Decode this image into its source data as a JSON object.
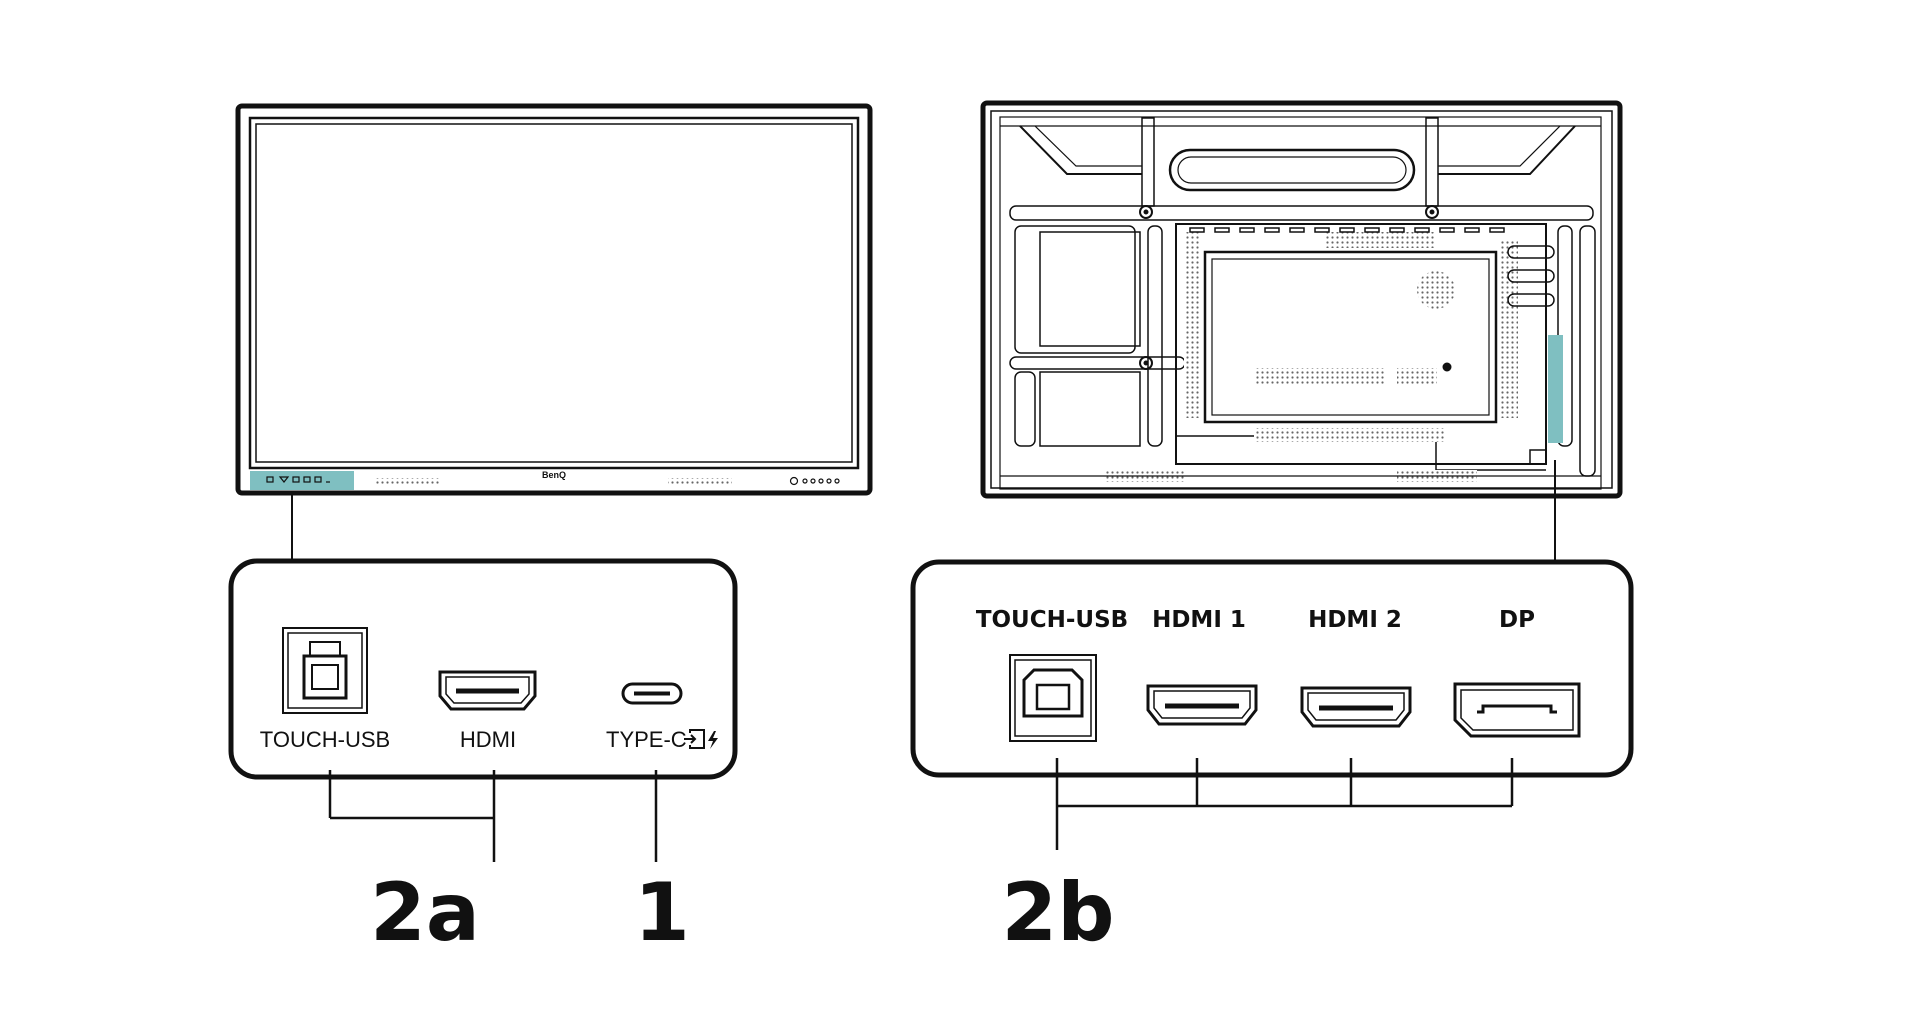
{
  "colors": {
    "highlight": "#7fbfc1",
    "stroke": "#111111",
    "background": "#ffffff"
  },
  "front_view": {
    "brand_logo": "BenQ",
    "panel": {
      "touch_usb_label": "TOUCH-USB",
      "hdmi_label": "HDMI",
      "typec_label": "TYPE-C",
      "typec_icons": [
        "input-source-icon",
        "charging-bolt-icon"
      ]
    },
    "callouts": {
      "left": "2a",
      "right": "1"
    }
  },
  "rear_view": {
    "panel": {
      "touch_usb_label": "TOUCH-USB",
      "hdmi1_label": "HDMI 1",
      "hdmi2_label": "HDMI 2",
      "dp_label": "DP"
    },
    "callout": "2b"
  }
}
